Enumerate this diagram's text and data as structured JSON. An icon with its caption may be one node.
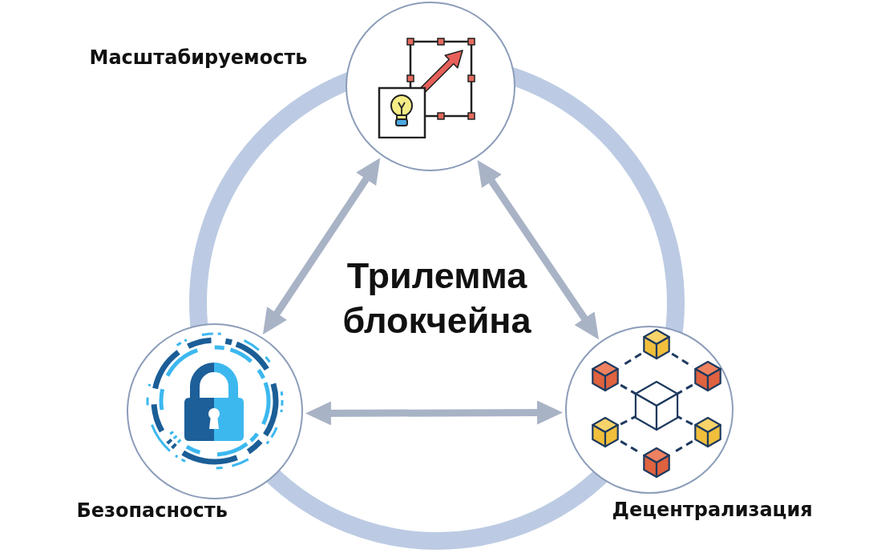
{
  "diagram": {
    "title": "Трилемма блокчейна",
    "nodes": [
      {
        "text": [
          "Масштабируемость"
        ]
      },
      {
        "text": [
          "Безопасность"
        ]
      },
      {
        "text": [
          "Децентрализация"
        ]
      }
    ],
    "edges": [
      {
        "from": 0,
        "to": 1,
        "arrow": "both"
      },
      {
        "from": 0,
        "to": 2,
        "arrow": "both"
      },
      {
        "from": 1,
        "to": 2,
        "arrow": "both"
      }
    ]
  }
}
